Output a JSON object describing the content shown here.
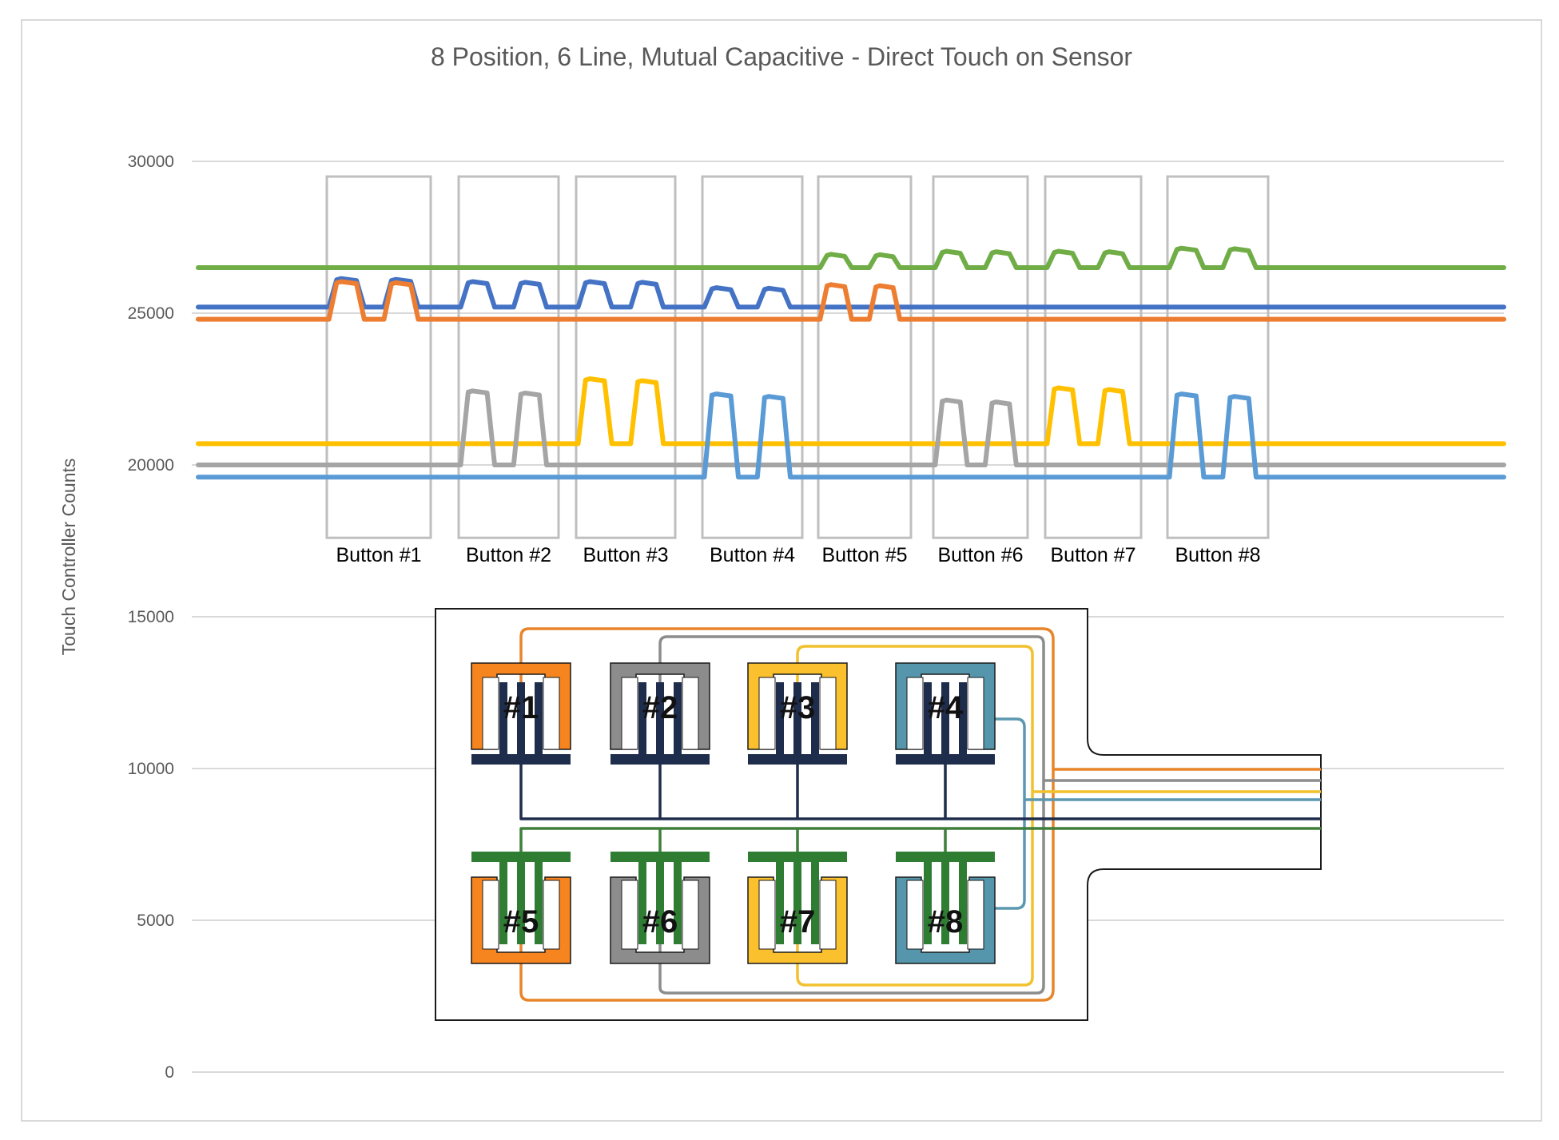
{
  "chart_data": {
    "type": "line",
    "title": "8 Position, 6 Line, Mutual Capacitive - Direct Touch on Sensor",
    "ylabel": "Touch Controller Counts",
    "xlabel": "",
    "ylim": [
      0,
      30000
    ],
    "y_ticks": [
      "0",
      "5000",
      "10000",
      "15000",
      "20000",
      "25000",
      "30000"
    ],
    "grid": true,
    "legend": "none",
    "button_labels": [
      "Button #1",
      "Button #2",
      "Button #3",
      "Button #4",
      "Button #5",
      "Button #6",
      "Button #7",
      "Button #8"
    ],
    "series": [
      {
        "color": "#70ad47",
        "baseline": 26500,
        "pulses": [
          {
            "button": 5,
            "peak": 26900
          },
          {
            "button": 6,
            "peak": 27000
          },
          {
            "button": 7,
            "peak": 27000
          },
          {
            "button": 8,
            "peak": 27100
          }
        ]
      },
      {
        "color": "#4472c4",
        "baseline": 25200,
        "pulses": [
          {
            "button": 1,
            "peak": 26100
          },
          {
            "button": 2,
            "peak": 26000
          },
          {
            "button": 3,
            "peak": 26000
          },
          {
            "button": 4,
            "peak": 25800
          }
        ]
      },
      {
        "color": "#ed7d31",
        "baseline": 24800,
        "pulses": [
          {
            "button": 1,
            "peak": 26000
          },
          {
            "button": 5,
            "peak": 25900
          }
        ]
      },
      {
        "color": "#ffc000",
        "baseline": 20700,
        "pulses": [
          {
            "button": 3,
            "peak": 22800
          },
          {
            "button": 7,
            "peak": 22500
          }
        ]
      },
      {
        "color": "#a5a5a5",
        "baseline": 20000,
        "pulses": [
          {
            "button": 2,
            "peak": 22400
          },
          {
            "button": 6,
            "peak": 22100
          }
        ]
      },
      {
        "color": "#5b9bd5",
        "baseline": 19600,
        "pulses": [
          {
            "button": 4,
            "peak": 22300
          },
          {
            "button": 8,
            "peak": 22300
          }
        ]
      }
    ]
  },
  "sensor_diagram": {
    "pads": [
      "#1",
      "#2",
      "#3",
      "#4",
      "#5",
      "#6",
      "#7",
      "#8"
    ],
    "pad_colors": [
      "#f6841f",
      "#8c8c8c",
      "#fbc02d",
      "#5596ad",
      "#f6841f",
      "#8c8c8c",
      "#fbc02d",
      "#5596ad"
    ],
    "drive_row_colors": [
      "#1f2d4c",
      "#2e7d32"
    ],
    "trace_colors": [
      "#e8852a",
      "#8c8c8c",
      "#f2c12e",
      "#5b98b0",
      "#1f2d4c",
      "#3f7f3a"
    ]
  }
}
